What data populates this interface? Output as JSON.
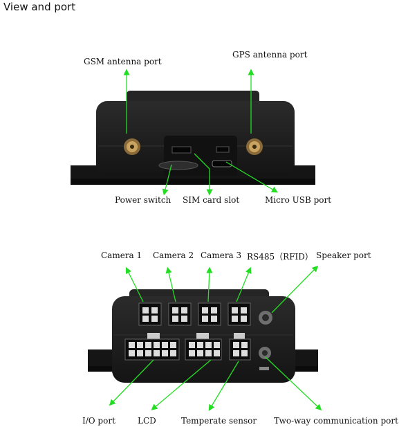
{
  "title": "View and port",
  "top_view": {
    "labels": {
      "gsm": "GSM antenna port",
      "gps": "GPS antenna port",
      "power": "Power switch",
      "sim": "SIM card slot",
      "usb": "Micro USB port"
    }
  },
  "bottom_view": {
    "labels": {
      "cam1": "Camera 1",
      "cam2": "Camera 2",
      "cam3": "Camera 3",
      "rs485": "RS485（RFID）",
      "speaker": "Speaker port",
      "io": "I/O port",
      "lcd": "LCD",
      "temp": "Temperate sensor",
      "twoway": "Two-way communication port"
    }
  },
  "colors": {
    "arrow": "#22dd22",
    "device": "#1c1c1c"
  }
}
